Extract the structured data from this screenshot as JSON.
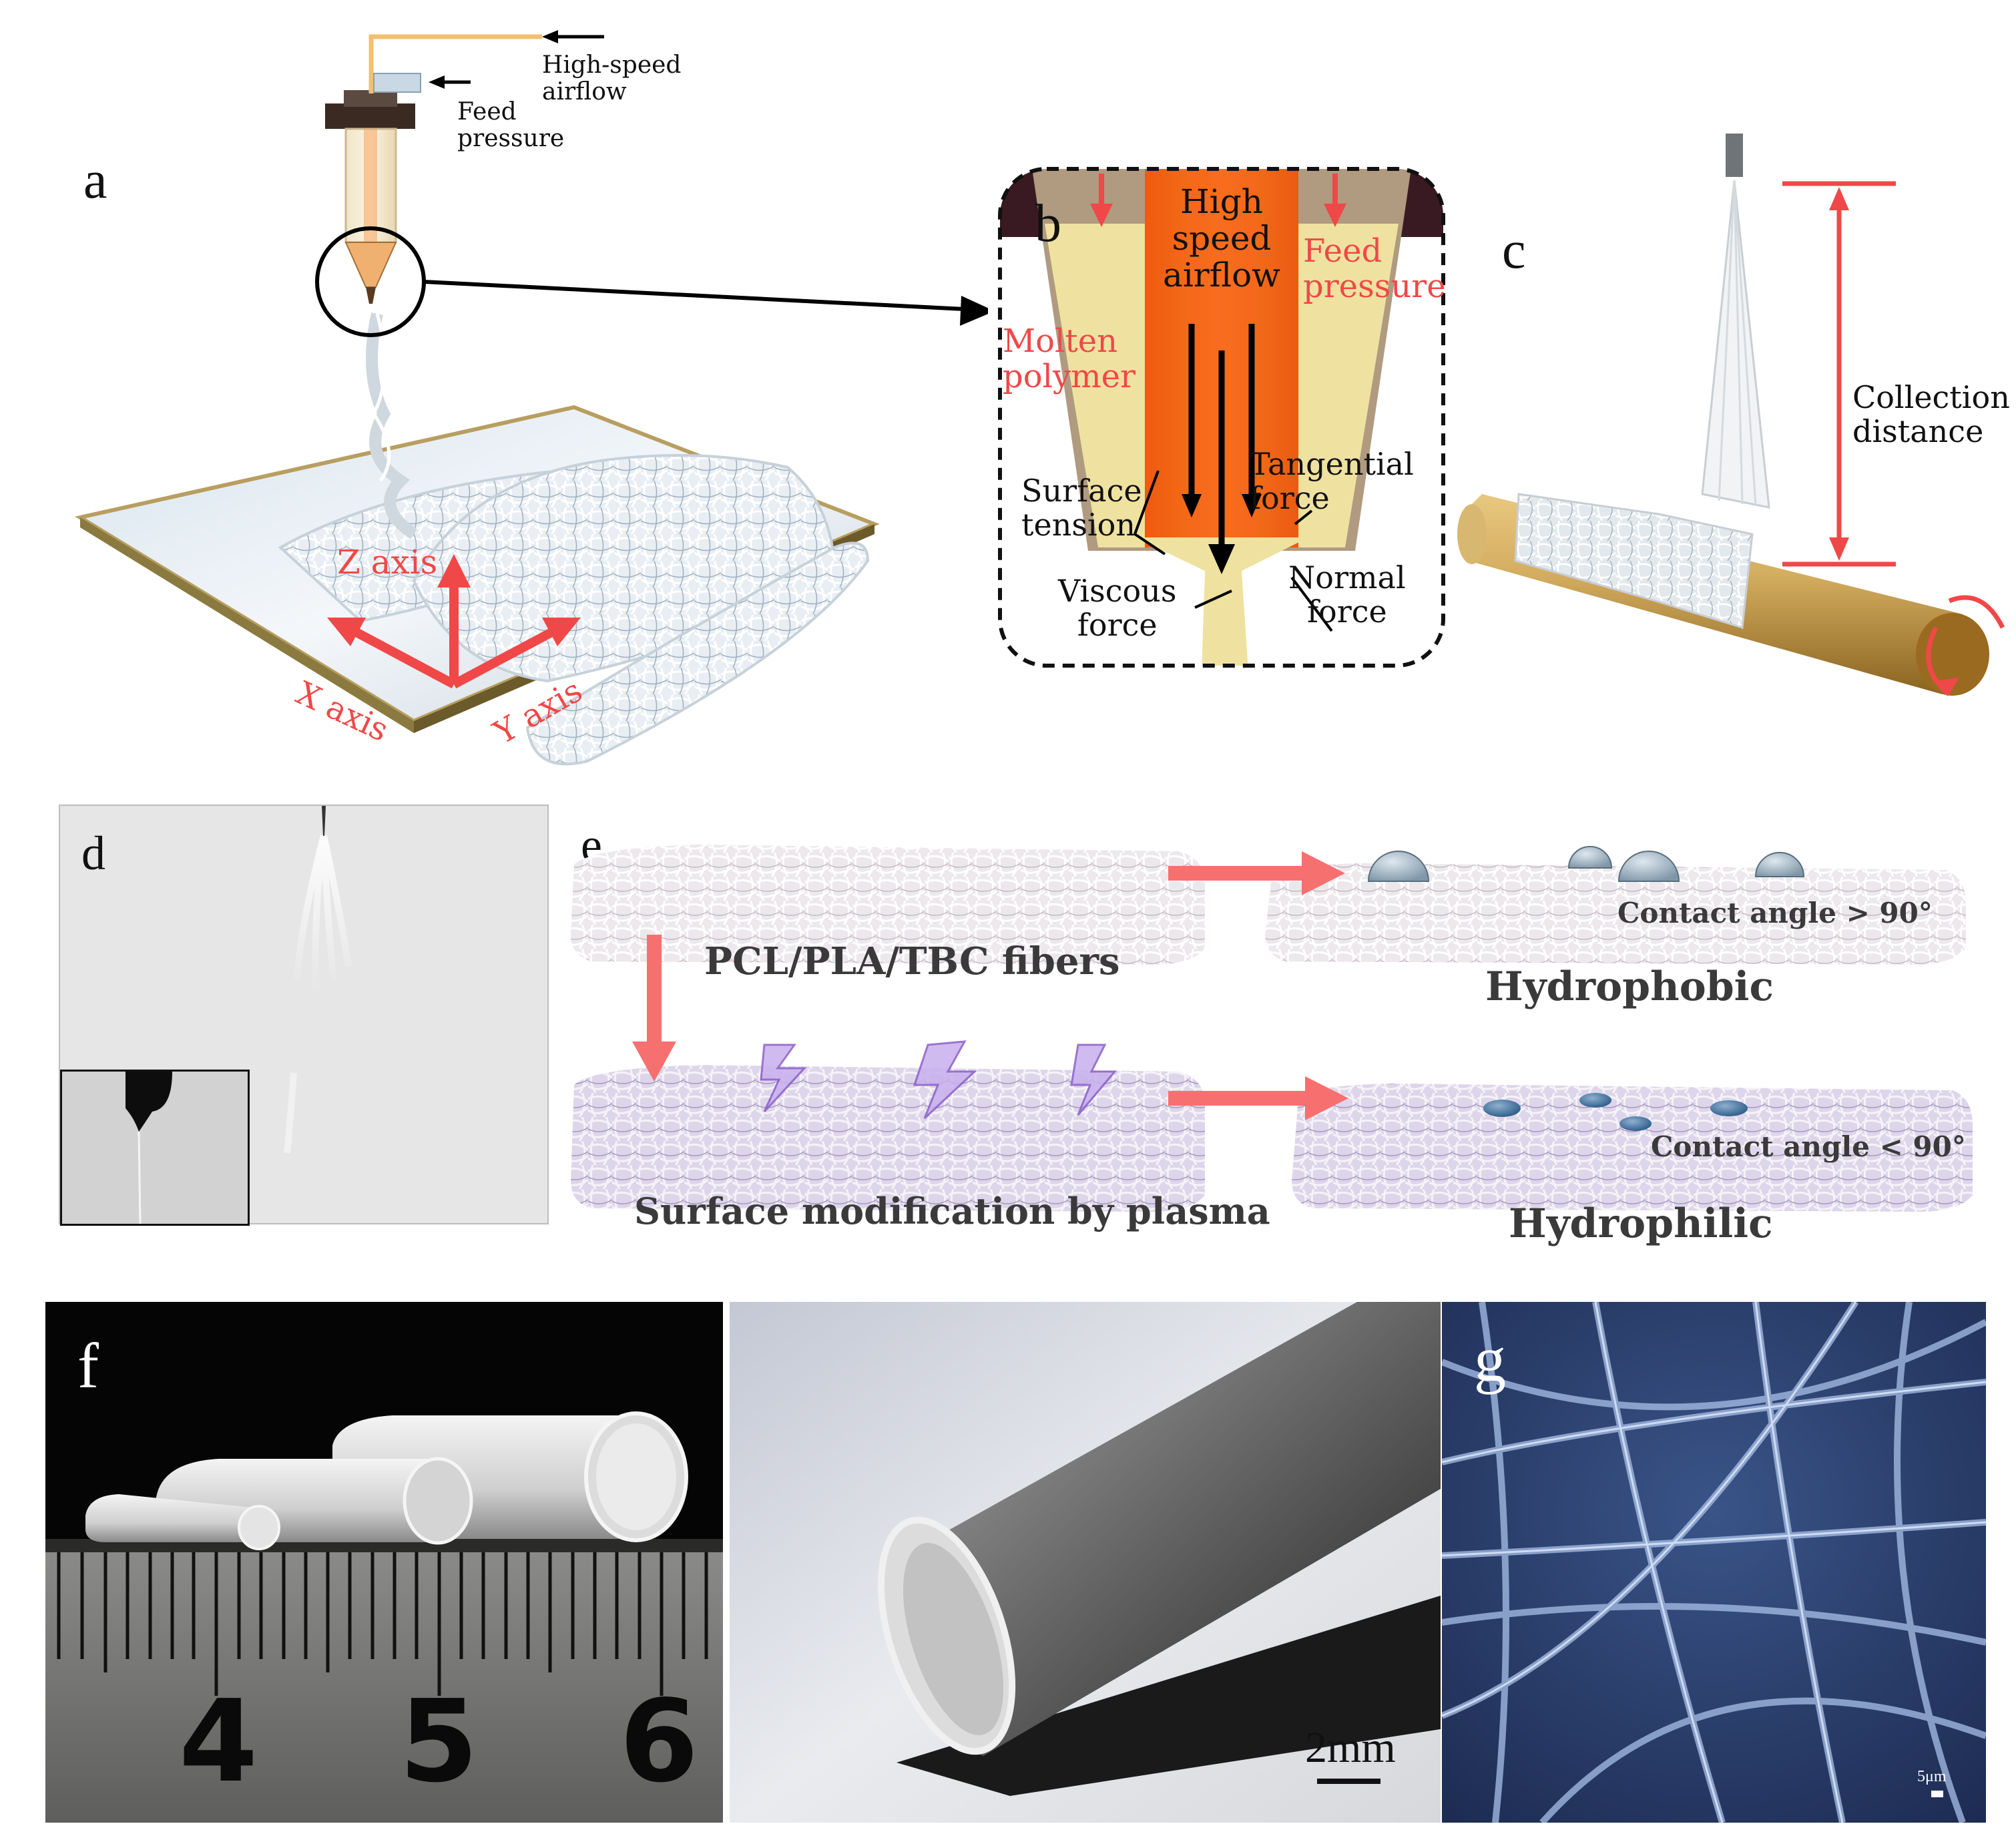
{
  "panels": {
    "a": {
      "letter": "a",
      "airflow_label_line1": "High-speed",
      "airflow_label_line2": "airflow",
      "feed_label_line1": "Feed",
      "feed_label_line2": "pressure",
      "z_axis": "Z axis",
      "x_axis": "X axis",
      "y_axis": "Y axis"
    },
    "b": {
      "letter": "b",
      "airflow_line1": "High",
      "airflow_line2": "speed",
      "airflow_line3": "airflow",
      "feed_line1": "Feed",
      "feed_line2": "pressure",
      "molten_line1": "Molten",
      "molten_line2": "polymer",
      "surface_line1": "Surface",
      "surface_line2": "tension",
      "tangential_line1": "Tangential",
      "tangential_line2": "force",
      "viscous_line1": "Viscous",
      "viscous_line2": "force",
      "normal_line1": "Normal",
      "normal_line2": "force"
    },
    "c": {
      "letter": "c",
      "collection_line1": "Collection",
      "collection_line2": "distance"
    },
    "d": {
      "letter": "d"
    },
    "e": {
      "letter": "e",
      "fibers": "PCL/PLA/TBC fibers",
      "plasma": "Surface modification by plasma",
      "hydrophobic": "Hydrophobic",
      "hydrophilic": "Hydrophilic",
      "angle_gt": "Contact angle > 90°",
      "angle_lt": "Contact angle < 90°"
    },
    "f": {
      "letter": "f",
      "ruler_numbers": [
        "4",
        "5",
        "6"
      ],
      "scale_bar": "2mm"
    },
    "g": {
      "letter": "g",
      "scale_bar": "5μm"
    }
  },
  "colors": {
    "accent_red": "#f04848",
    "airflow_orange": "#f26418",
    "polymer_yellow": "#efe2a0",
    "collector_gold": "#c9a050",
    "micrograph_blue": "#2b3f6c"
  }
}
